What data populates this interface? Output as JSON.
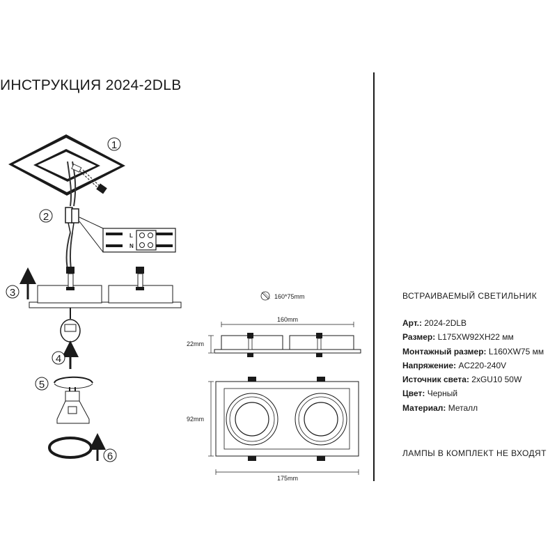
{
  "title": "ИНСТРУКЦИЯ 2024-2DLB",
  "steps": [
    "1",
    "2",
    "3",
    "4",
    "5",
    "6"
  ],
  "terminal": {
    "top_label": "L",
    "bottom_label": "N"
  },
  "dimensions": {
    "cutout": "160*75mm",
    "mounting_width": "160mm",
    "height": "22mm",
    "depth": "92mm",
    "length": "175mm"
  },
  "specs": {
    "heading": "ВСТРАИВАЕМЫЙ СВЕТИЛЬНИК",
    "rows": [
      {
        "label": "Арт.:",
        "value": "2024-2DLB"
      },
      {
        "label": "Размер:",
        "value": "L175XW92XH22 мм"
      },
      {
        "label": "Монтажный размер:",
        "value": "L160XW75 мм"
      },
      {
        "label": "Напряжение:",
        "value": "AC220-240V"
      },
      {
        "label": "Источник света:",
        "value": "2xGU10 50W"
      },
      {
        "label": "Цвет:",
        "value": "Черный"
      },
      {
        "label": "Материал:",
        "value": "Металл"
      }
    ]
  },
  "note": "ЛАМПЫ В КОМПЛЕКТ НЕ ВХОДЯТ"
}
